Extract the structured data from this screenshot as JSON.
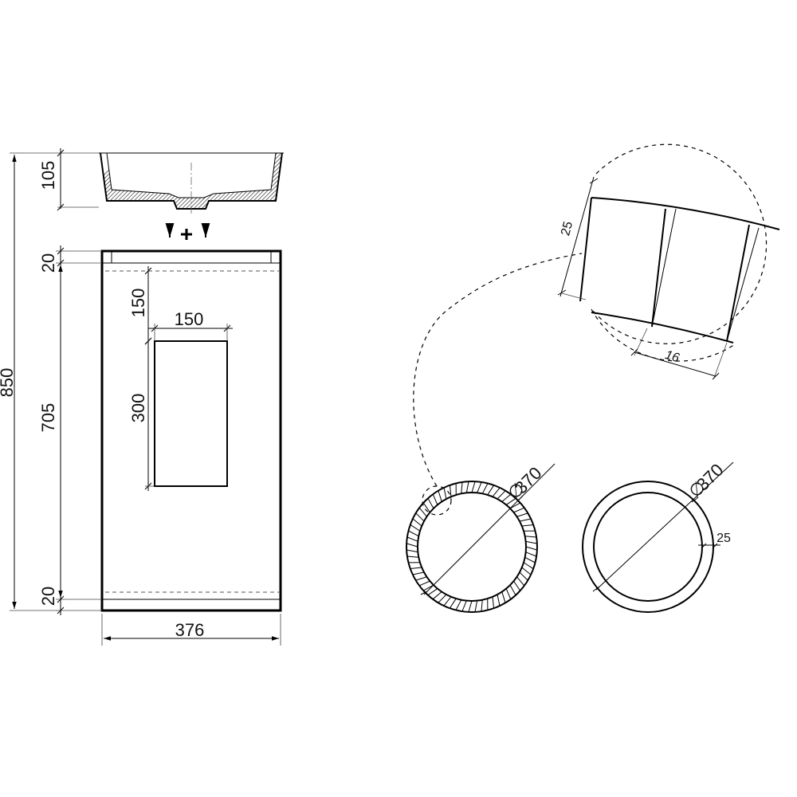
{
  "front_view": {
    "basin_height": "105",
    "top_band": "20",
    "body_height": "705",
    "bottom_band": "20",
    "total_height": "850",
    "width": "376",
    "opening_offset": "150",
    "opening_width": "150",
    "opening_height": "300"
  },
  "detail": {
    "rib_depth": "25",
    "rib_pitch": "16"
  },
  "ribbed_section": {
    "diameter": "370"
  },
  "plain_section": {
    "diameter": "370",
    "wall": "25"
  }
}
